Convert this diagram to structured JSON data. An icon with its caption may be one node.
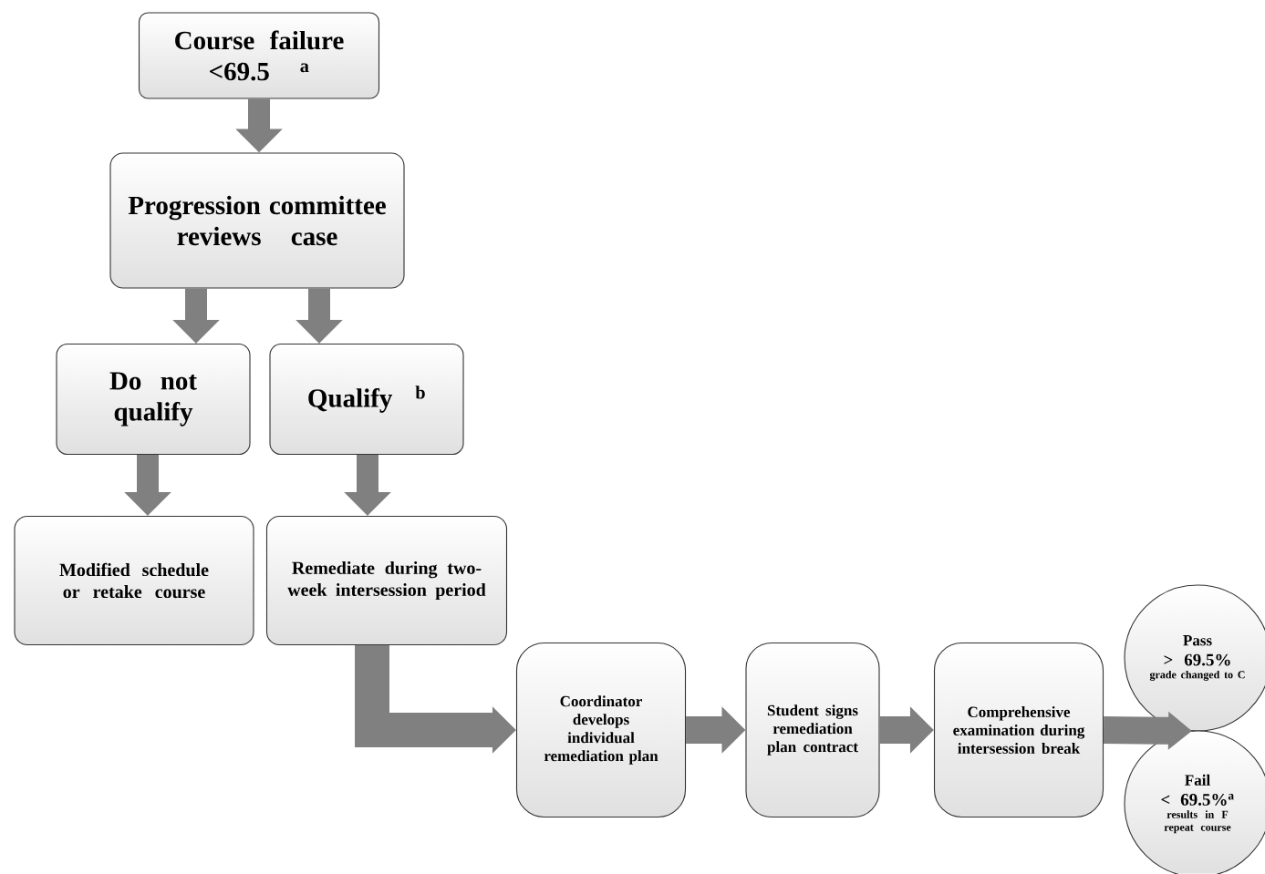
{
  "diagram": {
    "nodes": [
      {
        "text": [
          "Course failure <69.5 $^{a}$"
        ]
      },
      {
        "text": [
          "Progression committee reviews case"
        ]
      },
      {
        "text": [
          "Do not qualify"
        ]
      },
      {
        "text": [
          "Qualify $^{b}$"
        ]
      },
      {
        "text": [
          "Modified schedule or retake course"
        ]
      },
      {
        "text": [
          "Remediate during two-week intersession period"
        ]
      },
      {
        "text": [
          "Coordinator develops individual remediation plan"
        ]
      },
      {
        "text": [
          "Student signs remediation plan contract"
        ]
      },
      {
        "text": [
          "Comprehensive examination during intersession break"
        ]
      },
      {
        "text": [
          "Pass",
          "> 69.5%",
          "grade changed to C"
        ]
      },
      {
        "text": [
          "Fail",
          "< 69.5%$^{a}$",
          "results in F repeat course"
        ]
      }
    ],
    "edges": [
      {
        "from": 0,
        "to": 1,
        "arrow": "to"
      },
      {
        "from": 1,
        "to": 2,
        "arrow": "to"
      },
      {
        "from": 1,
        "to": 3,
        "arrow": "to"
      },
      {
        "from": 2,
        "to": 4,
        "arrow": "to"
      },
      {
        "from": 3,
        "to": 5,
        "arrow": "to"
      },
      {
        "from": 5,
        "to": 6,
        "arrow": "to"
      },
      {
        "from": 6,
        "to": 7,
        "arrow": "to"
      },
      {
        "from": 7,
        "to": 8,
        "arrow": "to"
      },
      {
        "from": 8,
        "to": 9,
        "arrow": "to"
      },
      {
        "from": 8,
        "to": 10,
        "arrow": "to"
      }
    ]
  }
}
